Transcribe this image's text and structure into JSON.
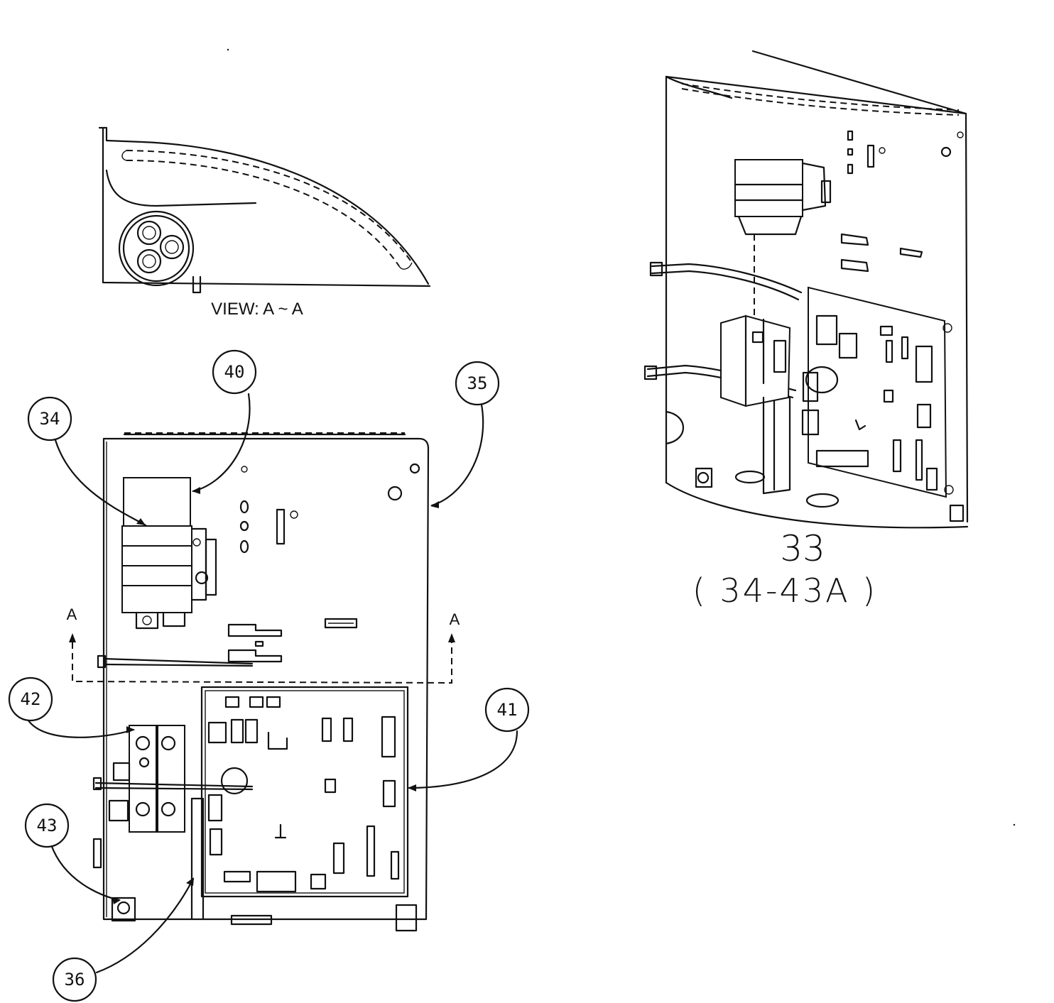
{
  "view": {
    "label": "VIEW: A ~ A"
  },
  "section_markers": {
    "left": "A",
    "right": "A"
  },
  "callouts": [
    {
      "id": "34",
      "part": "34"
    },
    {
      "id": "40",
      "part": "40"
    },
    {
      "id": "35",
      "part": "35"
    },
    {
      "id": "42",
      "part": "42"
    },
    {
      "id": "41",
      "part": "41"
    },
    {
      "id": "43",
      "part": "43"
    },
    {
      "id": "36",
      "part": "36"
    }
  ],
  "assembly": {
    "number": "33",
    "range": "( 34-43A )"
  }
}
